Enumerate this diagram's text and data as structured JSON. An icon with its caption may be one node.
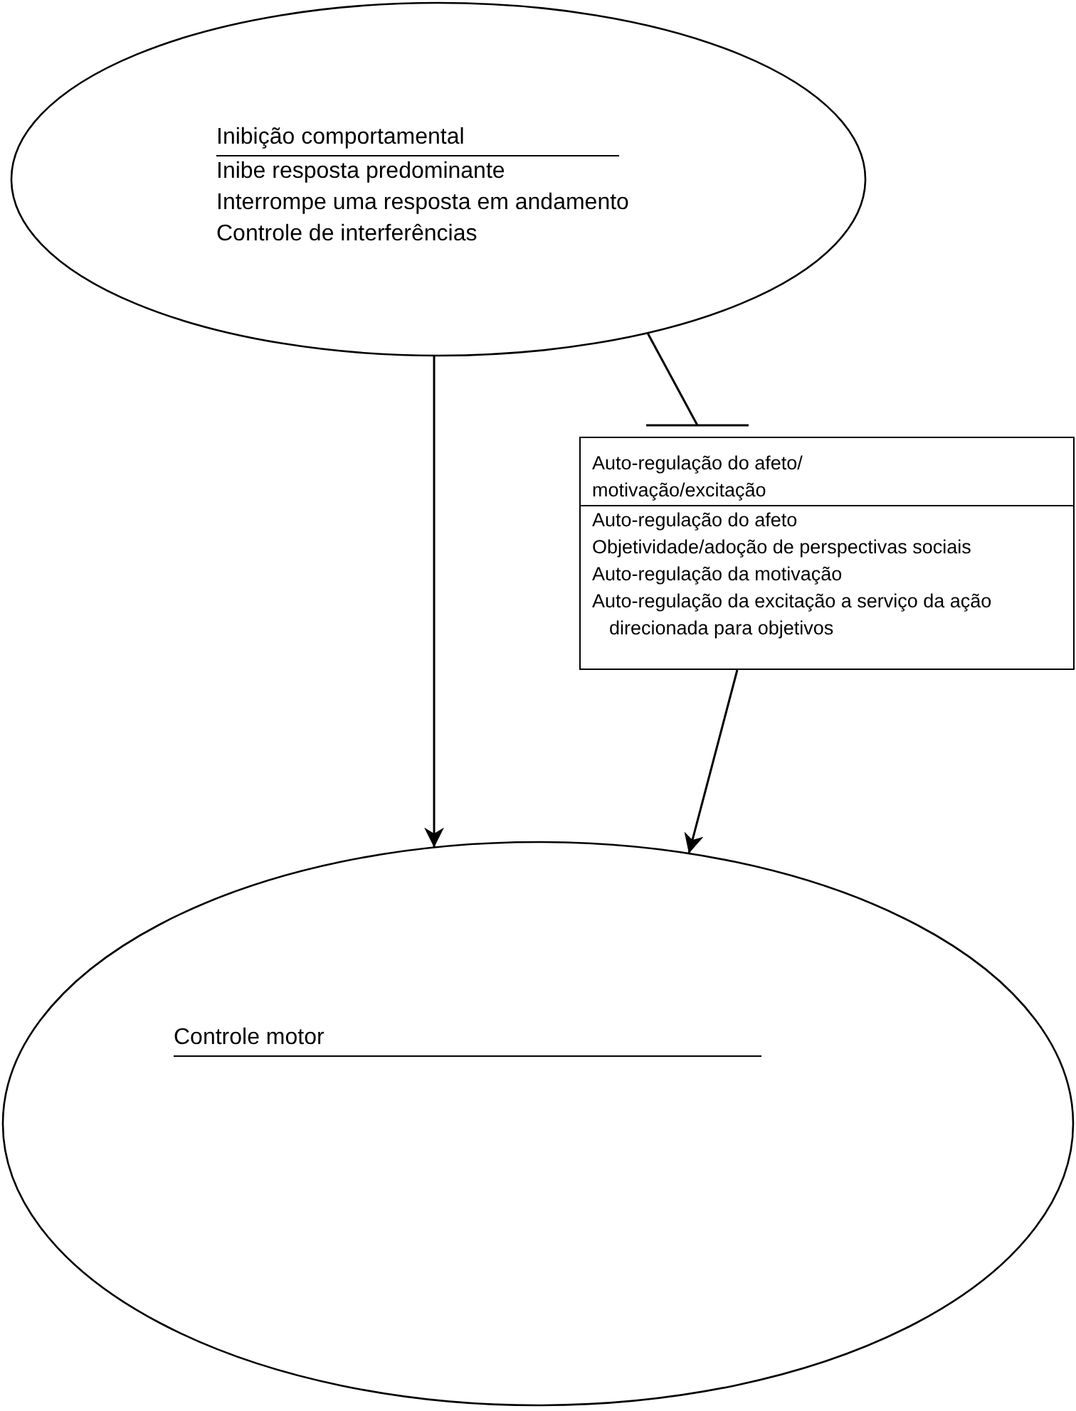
{
  "diagram": {
    "nodes": [
      {
        "text": [
          "Inibição comportamental",
          "Inibe resposta predominante",
          "Interrompe uma resposta em andamento",
          "Controle de interferências"
        ]
      },
      {
        "text": [
          "Auto-regulação do afeto/ motivação/excitação",
          "Auto-regulação do afeto",
          "Objetividade/adoção de perspectivas sociais",
          "Auto-regulação da motivação",
          "Auto-regulação da excitação a serviço da ação direcionada para objetivos"
        ]
      },
      {
        "text": [
          "Controle motor"
        ]
      }
    ],
    "edges": [
      {
        "from": 0,
        "to": 2,
        "arrow": "to"
      },
      {
        "from": 0,
        "to": 1,
        "arrow": "other"
      },
      {
        "from": 1,
        "to": 2,
        "arrow": "to"
      }
    ]
  }
}
